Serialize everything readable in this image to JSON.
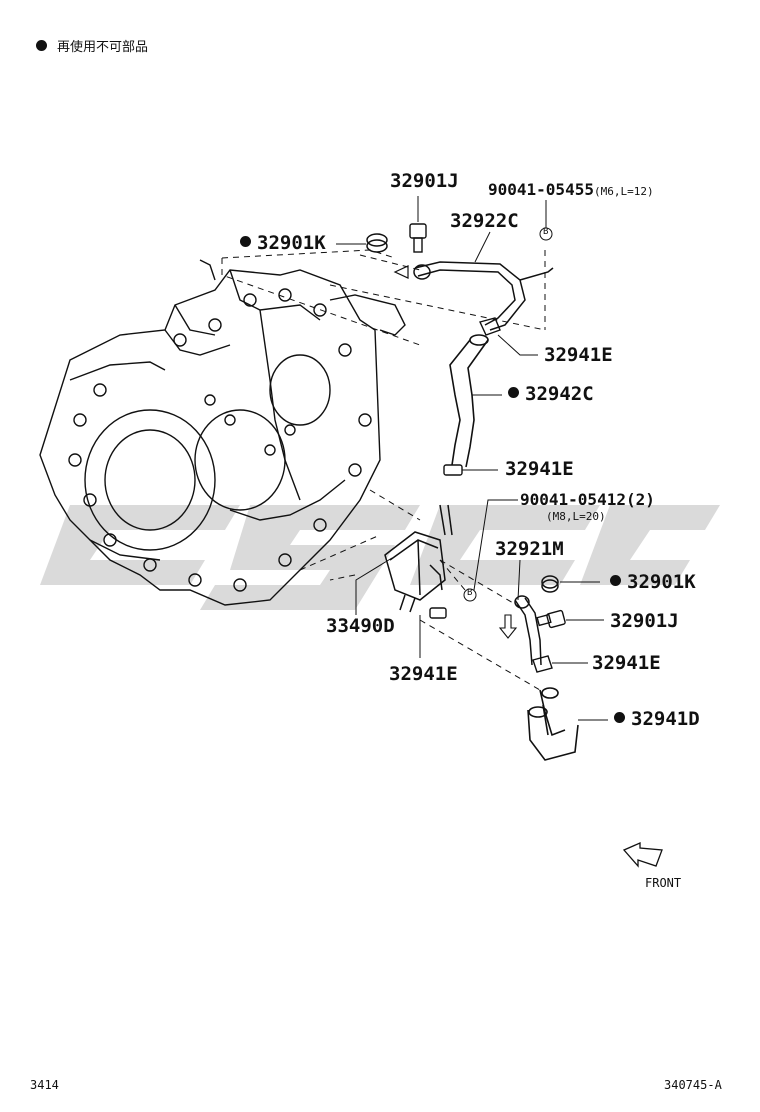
{
  "legend": {
    "text": "再使用不可部品"
  },
  "parts": {
    "p1": "32901J",
    "p2": "90041-05455",
    "p2_spec": "(M6,L=12)",
    "p3": "32922C",
    "p4": "32901K",
    "p5": "32941E",
    "p6": "32942C",
    "p7": "32941E",
    "p8": "90041-05412(2)",
    "p8_spec": "(M8,L=20)",
    "p9": "32921M",
    "p10": "32901K",
    "p11": "32901J",
    "p12": "33490D",
    "p13": "32941E",
    "p14": "32941E",
    "p15": "32941D"
  },
  "callout_letter": "B",
  "front_label": "FRONT",
  "footer": {
    "left": "3414",
    "right": "340745-A"
  },
  "watermark": {
    "color": "#cfcfcf"
  }
}
